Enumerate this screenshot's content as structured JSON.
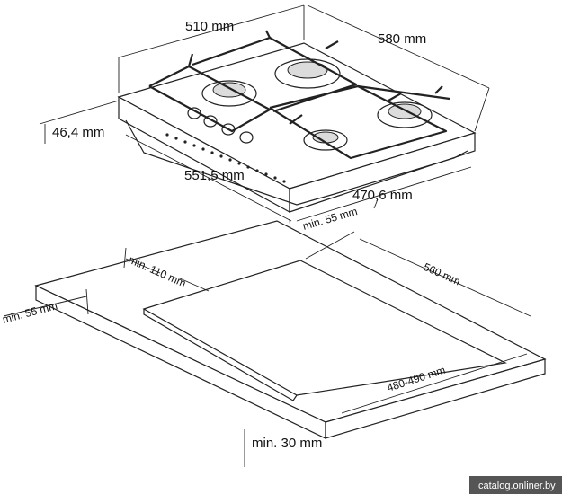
{
  "hob_dimensions": {
    "width": "510 mm",
    "depth": "580 mm",
    "height": "46,4 mm",
    "bottom_length": "551,5 mm",
    "bottom_depth": "470,6 mm",
    "rear_clearance": "min. 55 mm"
  },
  "cutout_dimensions": {
    "front_clearance": "min. 110 mm",
    "side_clearance": "min. 55 mm",
    "cutout_length": "560 mm",
    "cutout_width": "480-490 mm",
    "worktop_thickness": "min. 30 mm"
  },
  "watermark": "catalog.onliner.by"
}
